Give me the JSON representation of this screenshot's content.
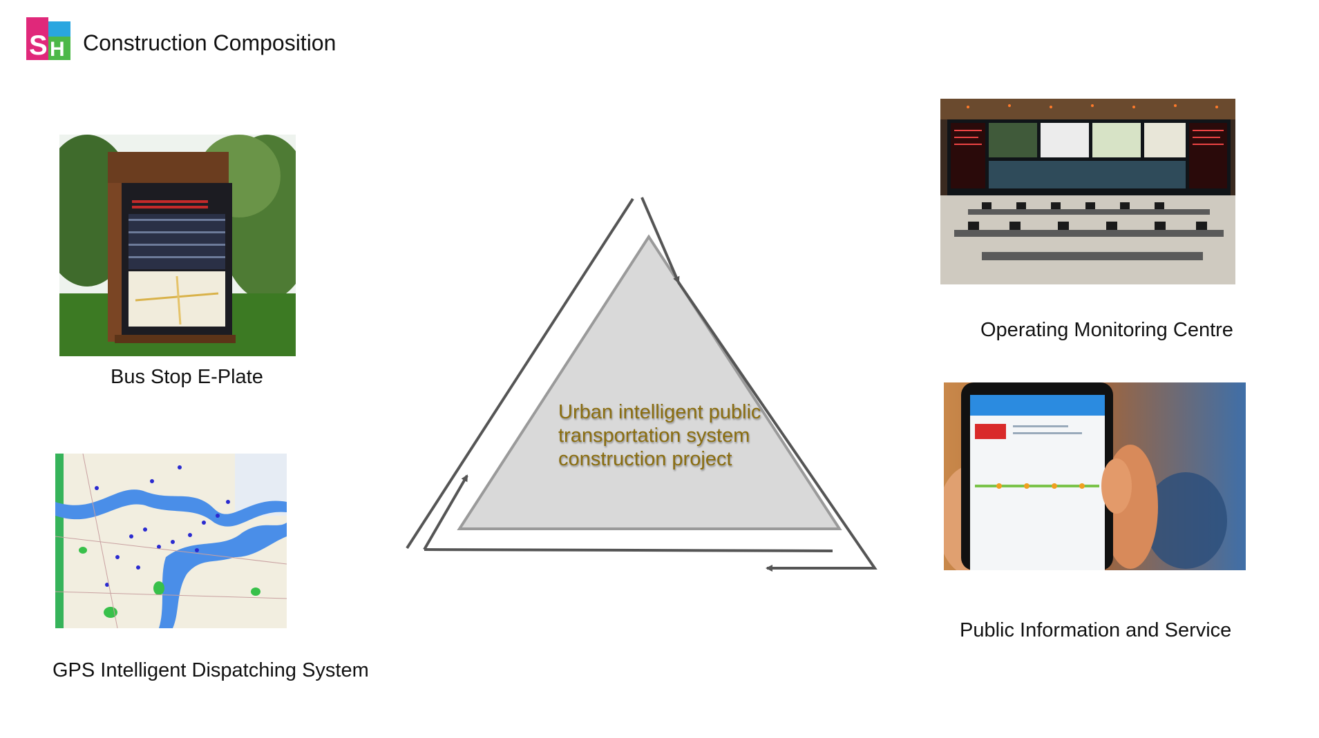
{
  "header": {
    "title": "Construction Composition",
    "logo_icon": "sh-logo-icon"
  },
  "center": {
    "label": "Urban intelligent public transportation system construction project"
  },
  "components": {
    "bus_stop": {
      "caption": "Bus Stop E-Plate",
      "image_icon": "bus-stop-e-plate-photo"
    },
    "gps": {
      "caption": "GPS Intelligent  Dispatching System",
      "image_icon": "gps-map-photo"
    },
    "monitoring": {
      "caption": "Operating Monitoring Centre",
      "image_icon": "control-room-photo"
    },
    "public_info": {
      "caption": "Public Information and Service",
      "image_icon": "smartphone-app-photo"
    }
  },
  "colors": {
    "logo_pink": "#e0287a",
    "logo_blue": "#29a6e0",
    "logo_green": "#4cb848",
    "center_text": "#8a6d10",
    "triangle_fill": "#d9d9d9",
    "arrow_stroke": "#555555"
  }
}
